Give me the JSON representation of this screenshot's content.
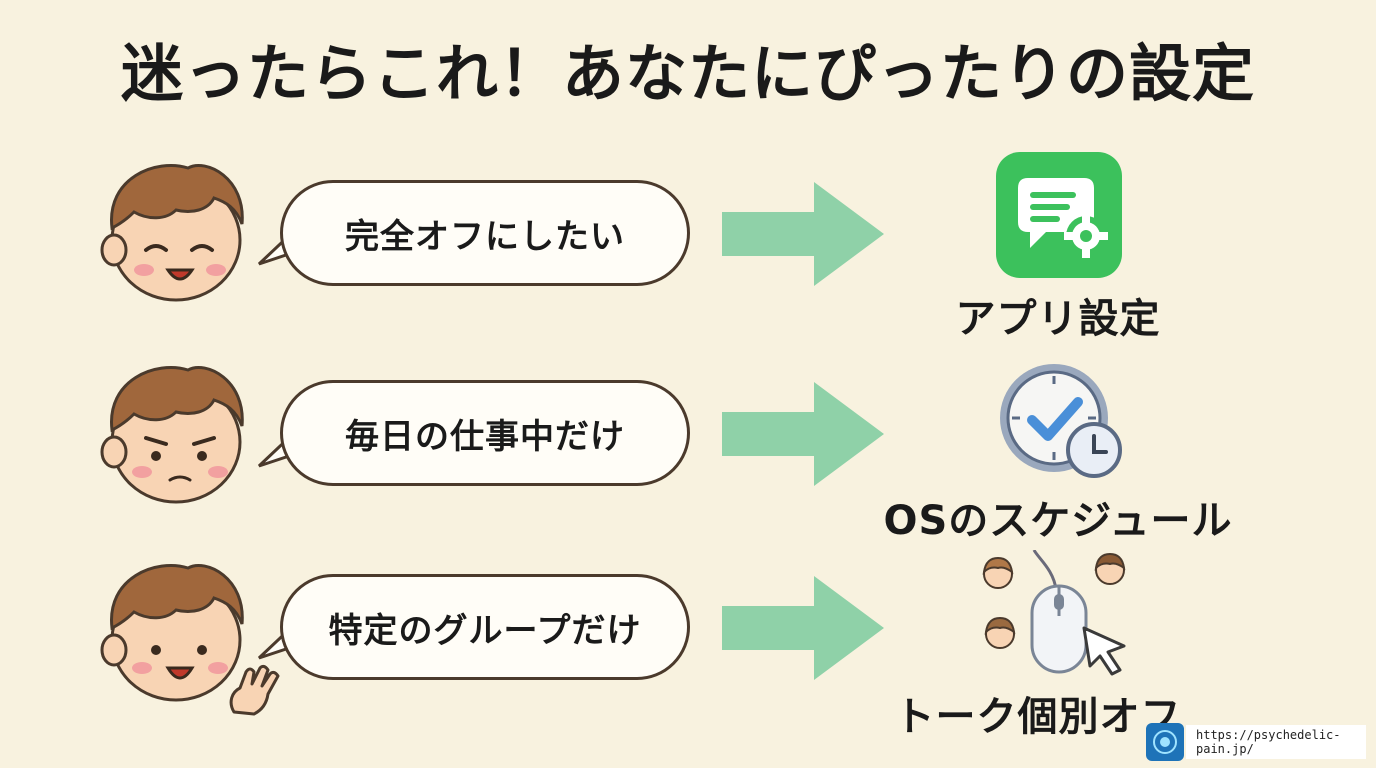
{
  "title": "迷ったらこれ！あなたにぴったりの設定",
  "rows": [
    {
      "bubble": "完全オフにしたい",
      "result_label": "アプリ設定",
      "result_icon": "chat-gear-app-icon"
    },
    {
      "bubble": "毎日の仕事中だけ",
      "result_label": "OSのスケジュール",
      "result_icon": "clock-check-icon"
    },
    {
      "bubble": "特定のグループだけ",
      "result_label": "トーク個別オフ",
      "result_icon": "mouse-people-icon"
    }
  ],
  "colors": {
    "background": "#f8f2df",
    "arrow": "#8fd1a8",
    "app_icon": "#3cc15c",
    "clock_accent": "#4a8fd8",
    "bubble_border": "#4b3a2c"
  },
  "footer": {
    "url": "https://psychedelic-pain.jp/"
  }
}
